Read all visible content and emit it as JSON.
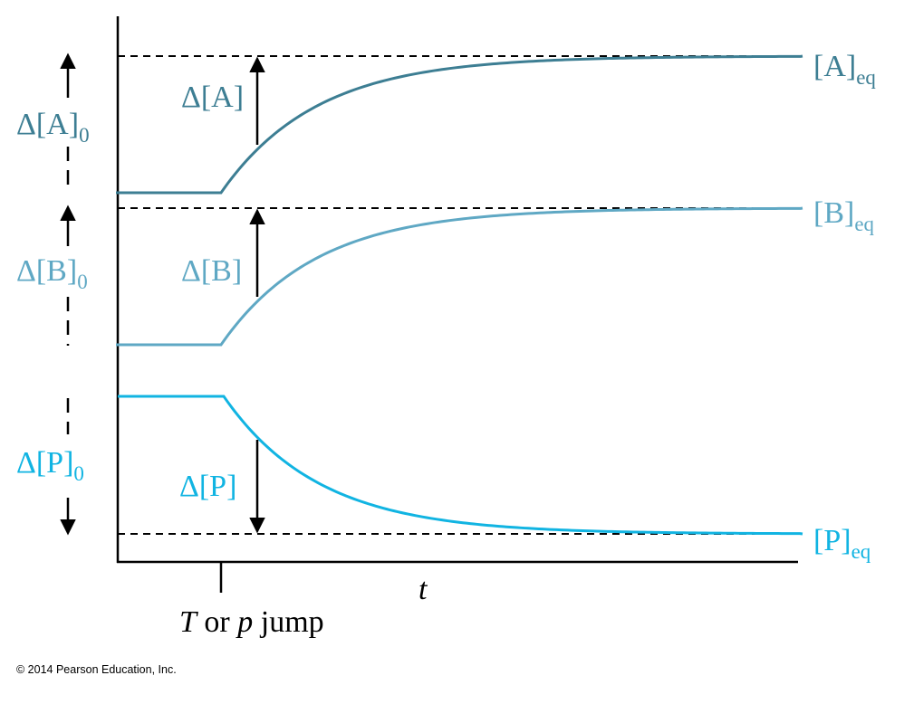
{
  "colors": {
    "A": "#3d7e93",
    "B": "#5fa8c4",
    "P": "#11b4e2",
    "axis": "#000000"
  },
  "labels": {
    "A_eq_main": "[A]",
    "B_eq_main": "[B]",
    "P_eq_main": "[P]",
    "eq_sub": "eq",
    "dA": "Δ[A]",
    "dB": "Δ[B]",
    "dP": "Δ[P]",
    "dA0_main": "Δ[A]",
    "dB0_main": "Δ[B]",
    "dP0_main": "Δ[P]",
    "zero_sub": "0",
    "t": "t",
    "jump_T": "T",
    "jump_or": " or ",
    "jump_p": "p",
    "jump_rest": " jump"
  },
  "copyright": "© 2014 Pearson Education, Inc."
}
